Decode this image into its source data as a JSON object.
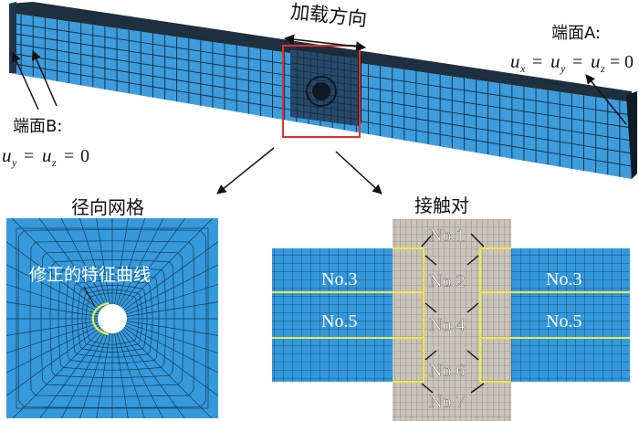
{
  "top": {
    "load_direction": "加载方向",
    "end_a_label": "端面A:",
    "end_a_bc": "u_x = u_y = u_z = 0",
    "end_b_label": "端面B:",
    "end_b_bc": "u_y = u_z = 0"
  },
  "radial": {
    "title": "径向网格",
    "curve_label": "修正的特征曲线"
  },
  "contact": {
    "title": "接触对",
    "pairs": [
      "No.1",
      "No.2",
      "No.3",
      "No.3",
      "No.4",
      "No.5",
      "No.5",
      "No.6",
      "No.7"
    ]
  },
  "colors": {
    "mesh_blue": "#2f9ad9",
    "mesh_line": "#16384f",
    "bolt_gray": "#c9c2b8",
    "highlight_red": "#e53030",
    "contact_yellow": "#f2e84a"
  }
}
